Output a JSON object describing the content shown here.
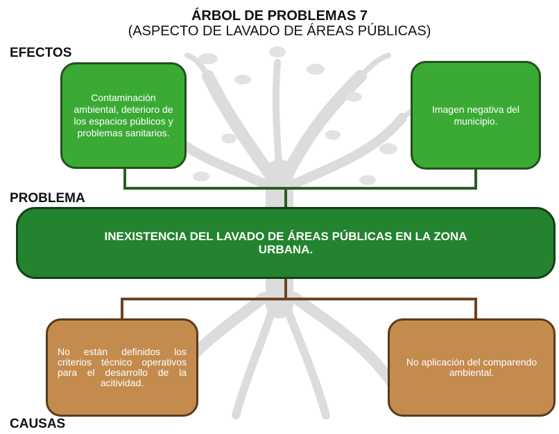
{
  "title": {
    "line1": "ÁRBOL DE PROBLEMAS 7",
    "line2": "(ASPECTO DE LAVADO DE ÁREAS PÚBLICAS)"
  },
  "sections": {
    "effects": "EFECTOS",
    "problem": "PROBLEMA",
    "causes": "CAUSAS"
  },
  "effects": [
    {
      "text": "Contaminación ambiental, deterioro de los espacios públicos y problemas sanitarios."
    },
    {
      "text": "Imagen negativa del municipio."
    }
  ],
  "problem": {
    "text": "INEXISTENCIA DEL LAVADO DE ÁREAS PÚBLICAS EN LA ZONA URBANA."
  },
  "causes": [
    {
      "text": "No están definidos los criterios técnico operativos para el desarrollo de la acitividad."
    },
    {
      "text": "No aplicación del comparendo ambiental."
    }
  ],
  "colors": {
    "effect_fill": "#3aaa35",
    "problem_fill": "#23832e",
    "cause_fill": "#c48b4e",
    "effect_connector": "#2a5d24",
    "cause_connector": "#6b4423",
    "tree_watermark": "#d9d9d9"
  }
}
